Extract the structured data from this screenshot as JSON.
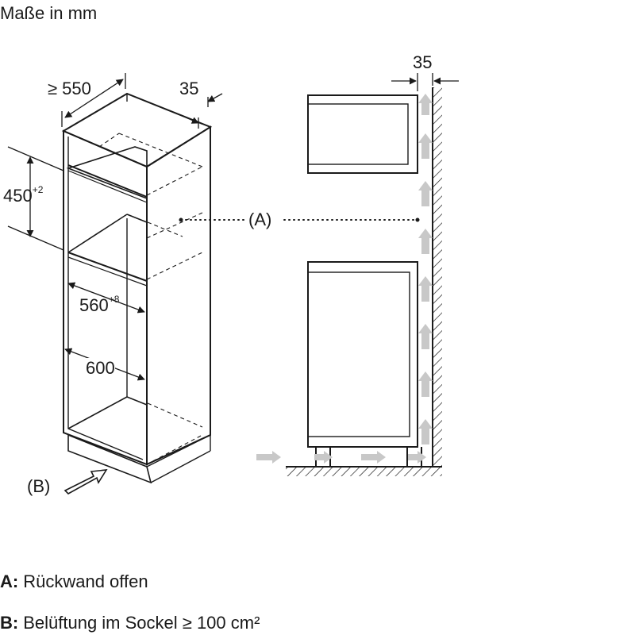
{
  "title": "Maße in mm",
  "dimensions": {
    "depth_min": "≥ 550",
    "gap_left": "35",
    "gap_right": "35",
    "height_main": "450",
    "height_tol": "+2",
    "width_inner": "560",
    "width_inner_tol": "+8",
    "width_outer": "600"
  },
  "markers": {
    "a": "(A)",
    "b": "(B)"
  },
  "legend": [
    {
      "key": "A:",
      "text": "Rückwand offen"
    },
    {
      "key": "B:",
      "text": "Belüftung im Sockel ≥ 100 cm²"
    }
  ]
}
